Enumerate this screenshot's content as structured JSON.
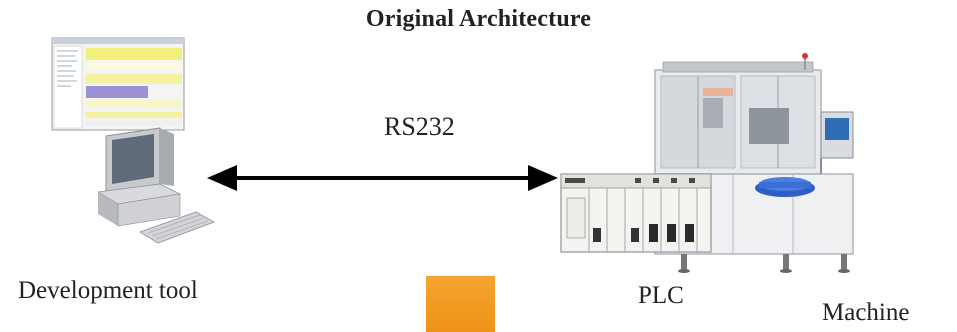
{
  "title": "Original Architecture",
  "link_label": "RS232",
  "labels": {
    "development_tool": "Development tool",
    "plc": "PLC",
    "machine": "Machine"
  },
  "icons": {
    "computer": "computer-icon",
    "machine": "machine-icon"
  },
  "colors": {
    "arrow": "#000000",
    "block": "#f39a1e"
  }
}
